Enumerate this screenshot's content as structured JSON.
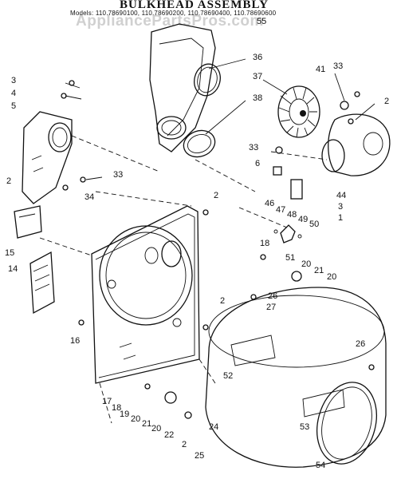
{
  "header": {
    "title": "BULKHEAD ASSEMBLY",
    "models": "Models: 110.78690100, 110.78690200, 110.78690400, 110.78690600",
    "watermark": "AppliancePartsPros.com"
  },
  "parts": {
    "p55": "55",
    "p36": "36",
    "p37": "37",
    "p38": "38",
    "p41": "41",
    "p33a": "33",
    "p2a": "2",
    "p3a": "3",
    "p4": "4",
    "p5": "5",
    "p33b": "33",
    "p6": "6",
    "p33c": "33",
    "p34": "34",
    "p2b": "2",
    "p15": "15",
    "p14": "14",
    "p2c": "2",
    "p44": "44",
    "p3b": "3",
    "p1": "1",
    "p46": "46",
    "p47": "47",
    "p48": "48",
    "p49": "49",
    "p50": "50",
    "p18a": "18",
    "p51": "51",
    "p20a": "20",
    "p21a": "21",
    "p20b": "20",
    "p16": "16",
    "p2d": "2",
    "p26a": "26",
    "p27": "27",
    "p26b": "26",
    "p52": "52",
    "p17": "17",
    "p18b": "18",
    "p19": "19",
    "p20c": "20",
    "p21b": "21",
    "p20d": "20",
    "p22": "22",
    "p24": "24",
    "p2e": "2",
    "p25": "25",
    "p53": "53",
    "p54": "54"
  }
}
